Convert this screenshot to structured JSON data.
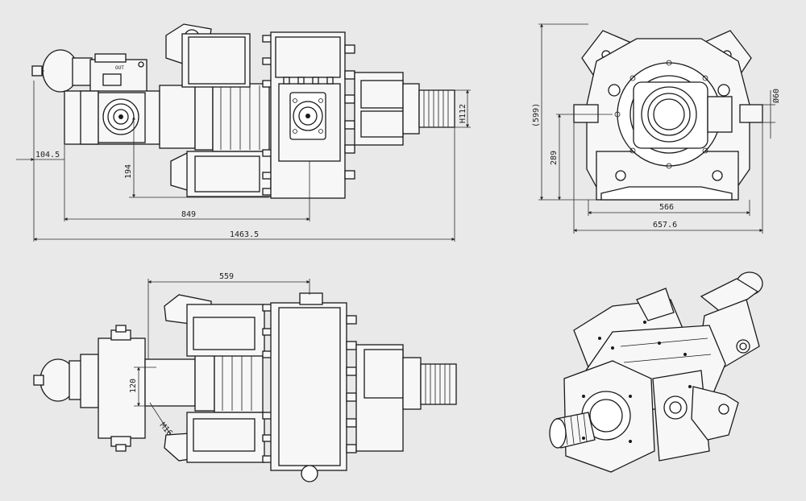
{
  "dimensions": {
    "overall_length": "1463.5",
    "drive_length": "849",
    "motor_offset": "104.5",
    "height_offset": "194",
    "thread_spec": "H112",
    "front_height": "(599)",
    "shaft_height": "289",
    "shaft_diameter": "Ø60",
    "base_width": "566",
    "overall_width": "657.6",
    "top_length": "559",
    "bolt_spacing": "120",
    "bolt_thread": "M16"
  },
  "labels": {
    "port_out": "OUT"
  },
  "icons": {
    "bolt_head": "hex-bolt-icon",
    "shaft_end": "threaded-shaft-icon"
  },
  "colors": {
    "background": "#e9e9e9",
    "line": "#1a1a1a",
    "part_fill": "#f7f7f7"
  }
}
